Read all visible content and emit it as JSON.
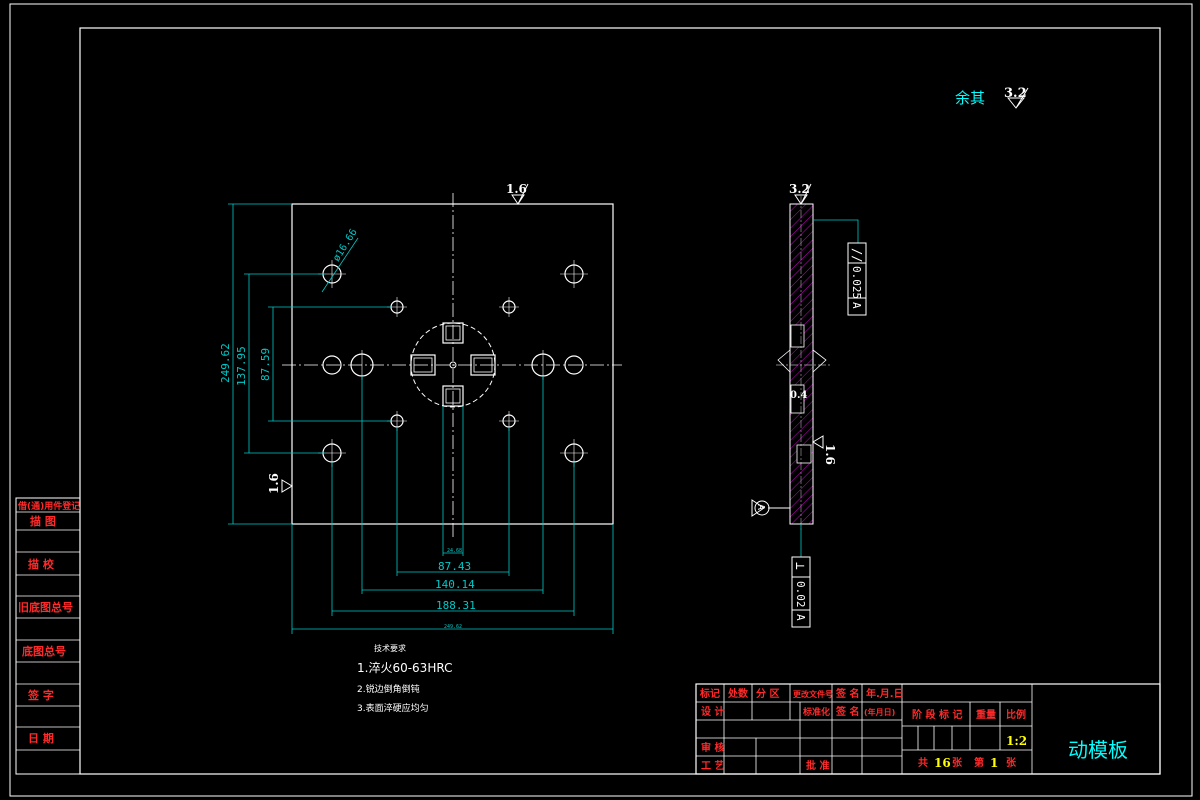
{
  "colors": {
    "background": "#000000",
    "lines": "#ffffff",
    "dimensions": "#00c8c8",
    "hatch": "#c000c0",
    "title_red": "#ff2a2a",
    "title_yellow": "#ffff00",
    "title_cyan": "#00ffff"
  },
  "roughness": {
    "top_note_label": "余其",
    "top_note_value": "3.2",
    "plan_top": "1.6",
    "plan_left": "1.6",
    "side_top": "3.2",
    "side_right": "1.6",
    "side_inner": "0.4"
  },
  "dimensions": {
    "hole_dia": "ø16.66",
    "vertical": [
      "249.62",
      "137.95",
      "87.59"
    ],
    "bottom_small": "24.68",
    "horizontal": [
      "87.43",
      "140.14",
      "188.31",
      "249.62"
    ]
  },
  "tolerances": {
    "parallel": {
      "symbol": "//",
      "value": "0.025",
      "datum": "A"
    },
    "perpendicular": {
      "symbol": "⊥",
      "value": "0.02",
      "datum": "A"
    },
    "datum": "A"
  },
  "tech_requirements": {
    "title": "技术要求",
    "items": [
      "1.淬火60-63HRC",
      "2.锐边倒角倒钝",
      "3.表面淬硬应均匀"
    ]
  },
  "left_stamp_rows": [
    "借(通)用件登记",
    "描 图",
    "描 校",
    "旧底图总号",
    "底图总号",
    "签 字",
    "日 期"
  ],
  "title_block": {
    "header_row": [
      "标记",
      "处数",
      "分 区",
      "更改文件号",
      "签 名",
      "年.月.日"
    ],
    "row2_left": "设 计",
    "row2_mid": [
      "标准化",
      "签 名",
      "(年月日)"
    ],
    "row2_right": [
      "阶 段 标 记",
      "重量",
      "比例"
    ],
    "review": "审 核",
    "process": "工 艺",
    "approve": "批 准",
    "scale": "1:2",
    "sheets_total_label": "共",
    "sheets_total": "16",
    "sheets_unit1": "张",
    "sheet_label": "第",
    "sheet_no": "1",
    "sheets_unit2": "张",
    "drawing_name": "动模板"
  }
}
